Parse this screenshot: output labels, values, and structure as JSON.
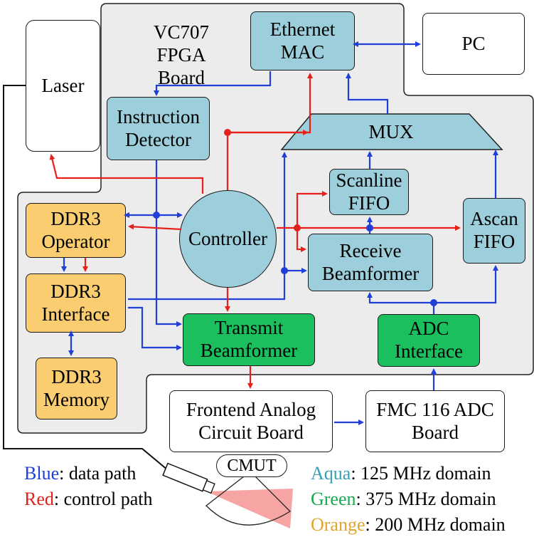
{
  "board": {
    "title_line1": "VC707",
    "title_line2": "FPGA Board"
  },
  "blocks": {
    "ethernet_mac": {
      "line1": "Ethernet",
      "line2": "MAC"
    },
    "pc": "PC",
    "laser": "Laser",
    "instruction_detector": {
      "line1": "Instruction",
      "line2": "Detector"
    },
    "mux": "MUX",
    "scanline_fifo": {
      "line1": "Scanline",
      "line2": "FIFO"
    },
    "ascan_fifo": {
      "line1": "Ascan",
      "line2": "FIFO"
    },
    "controller": "Controller",
    "ddr3_operator": {
      "line1": "DDR3",
      "line2": "Operator"
    },
    "ddr3_interface": {
      "line1": "DDR3",
      "line2": "Interface"
    },
    "ddr3_memory": {
      "line1": "DDR3",
      "line2": "Memory"
    },
    "receive_beamformer": {
      "line1": "Receive",
      "line2": "Beamformer"
    },
    "transmit_beamformer": {
      "line1": "Transmit",
      "line2": "Beamformer"
    },
    "adc_interface": {
      "line1": "ADC",
      "line2": "Interface"
    },
    "frontend_board": {
      "line1": "Frontend Analog",
      "line2": "Circuit Board"
    },
    "fmc_board": {
      "line1": "FMC 116 ADC",
      "line2": "Board"
    },
    "cmut": "CMUT"
  },
  "legend": {
    "blue_key": "Blue",
    "blue_text": ": data path",
    "red_key": "Red",
    "red_text": ": control path",
    "aqua_key": "Aqua",
    "aqua_text": ": 125 MHz domain",
    "green_key": "Green",
    "green_text": ": 375 MHz domain",
    "orange_key": "Orange",
    "orange_text": ": 200 MHz domain"
  },
  "colors": {
    "data_path": "#1f3fd8",
    "control_path": "#e8201c",
    "aqua": "#9ccfdb",
    "green": "#1bbf5e",
    "orange": "#f9cd70",
    "board_bg": "#ececec",
    "aqua_text": "#3aa0b8",
    "green_text": "#18a84e",
    "orange_text": "#e0a52a"
  }
}
